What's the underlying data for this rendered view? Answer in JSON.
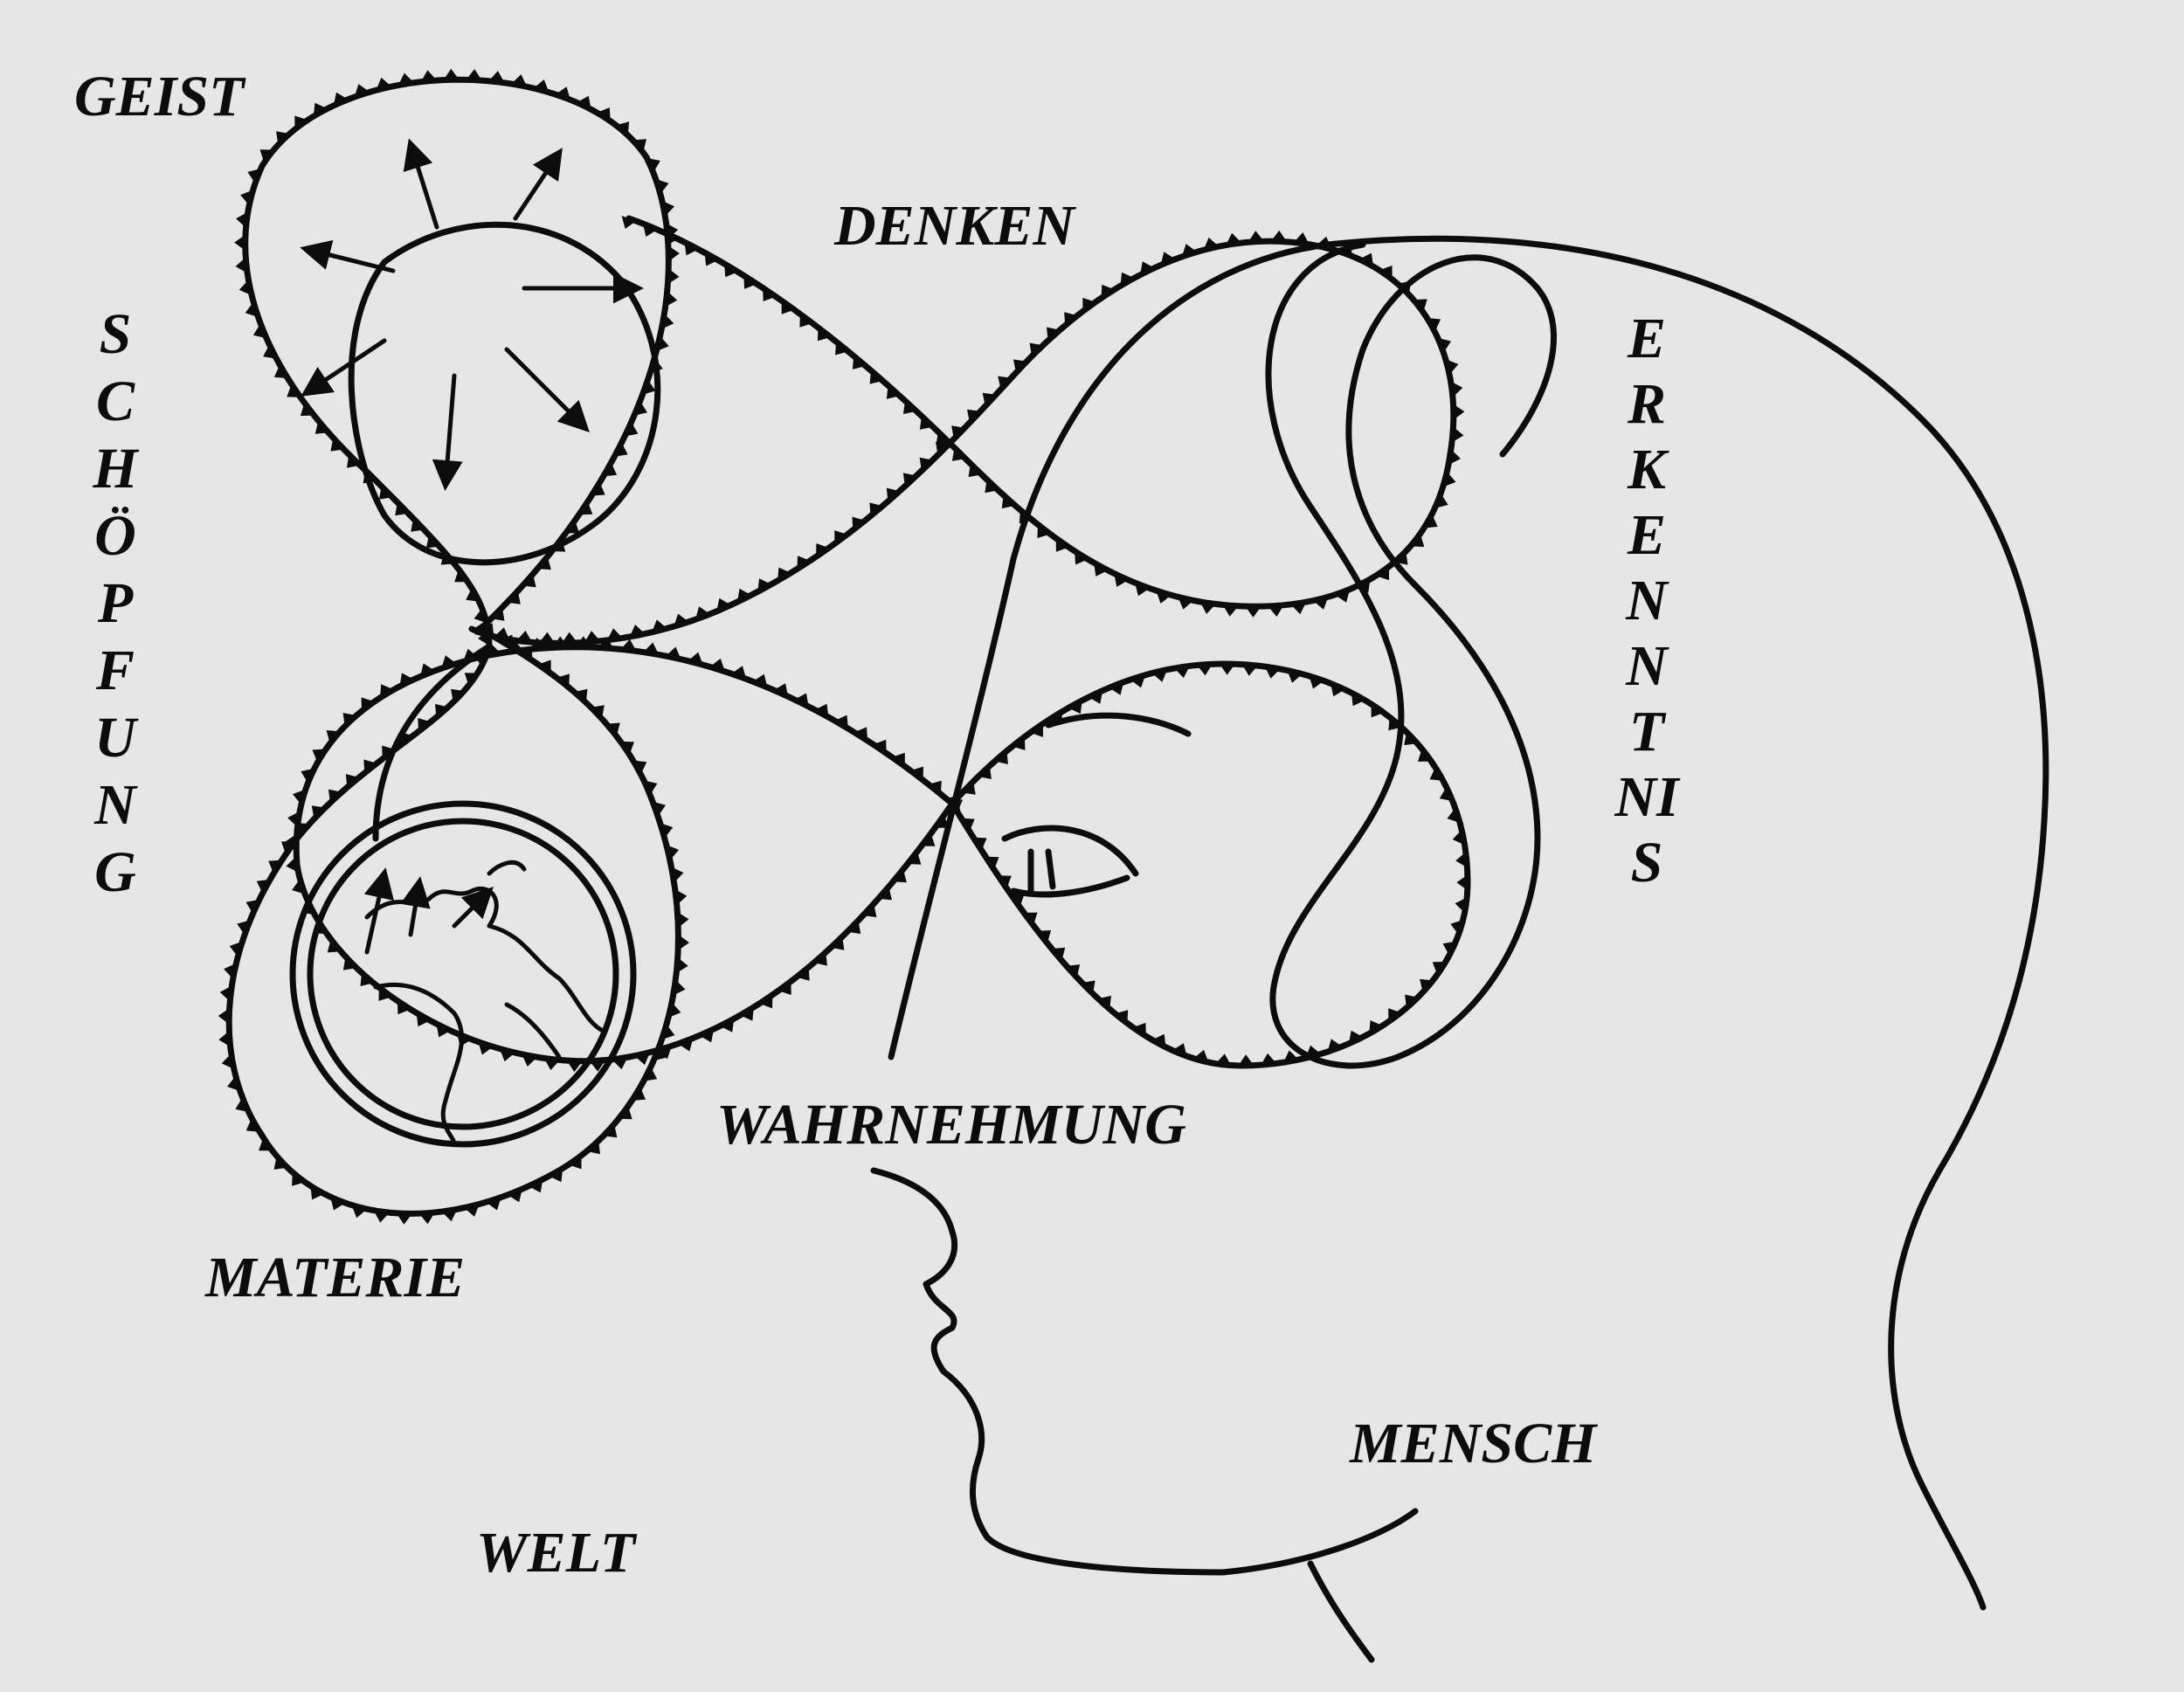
{
  "labels": {
    "geist": "GEIST",
    "denken": "DENKEN",
    "schoepfung": "SCHÖPFUNG",
    "erkenntnis": "ERKENNTNIS",
    "wahrnehmung": "WAHRNEHMUNG",
    "materie": "MATERIE",
    "mensch": "MENSCH",
    "welt": "WELT"
  },
  "colors": {
    "background": "#e6e6e6",
    "ink": "#0c0c0c"
  },
  "icons": [
    "sun-ray-arrows",
    "globe-icon",
    "eye-icon",
    "head-profile"
  ]
}
